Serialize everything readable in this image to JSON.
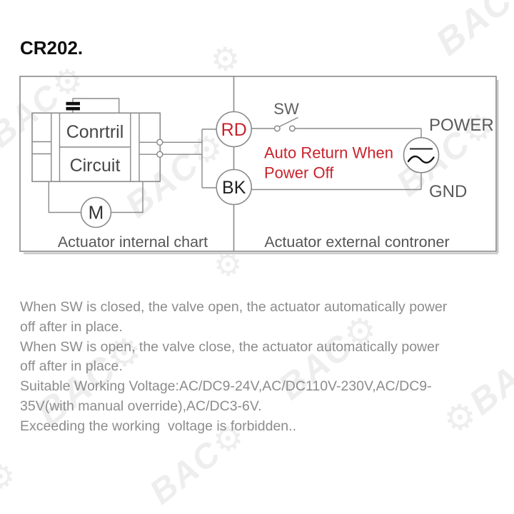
{
  "title": "CR202.",
  "diagram": {
    "labels": {
      "control_line1": "Conrtril",
      "control_line2": "Circuit",
      "motor": "M",
      "rd": "RD",
      "bk": "BK",
      "sw": "SW",
      "power": "POWER",
      "gnd": "GND",
      "annotation_line1": "Auto Return When",
      "annotation_line2": "Power Off",
      "left_section": "Actuator internal chart",
      "right_section": "Actuator external controner"
    },
    "colors": {
      "line_gray": "#8a8a8a",
      "accent_red": "#c8232c",
      "symbol_dark": "#111111",
      "label_gray": "#5a5a5a"
    }
  },
  "notes": {
    "lines": [
      "When SW is closed, the valve open, the actuator automatically power",
      "off after in place.",
      "When SW is open, the valve close, the actuator automatically power",
      "off after in place.",
      "Suitable Working Voltage:AC/DC9-24V,AC/DC110V-230V,AC/DC9-",
      "35V(with manual override),AC/DC3-6V.",
      "Exceeding the working  voltage is forbidden.."
    ]
  },
  "watermark": {
    "text": "BAC",
    "gear": "⚙"
  }
}
